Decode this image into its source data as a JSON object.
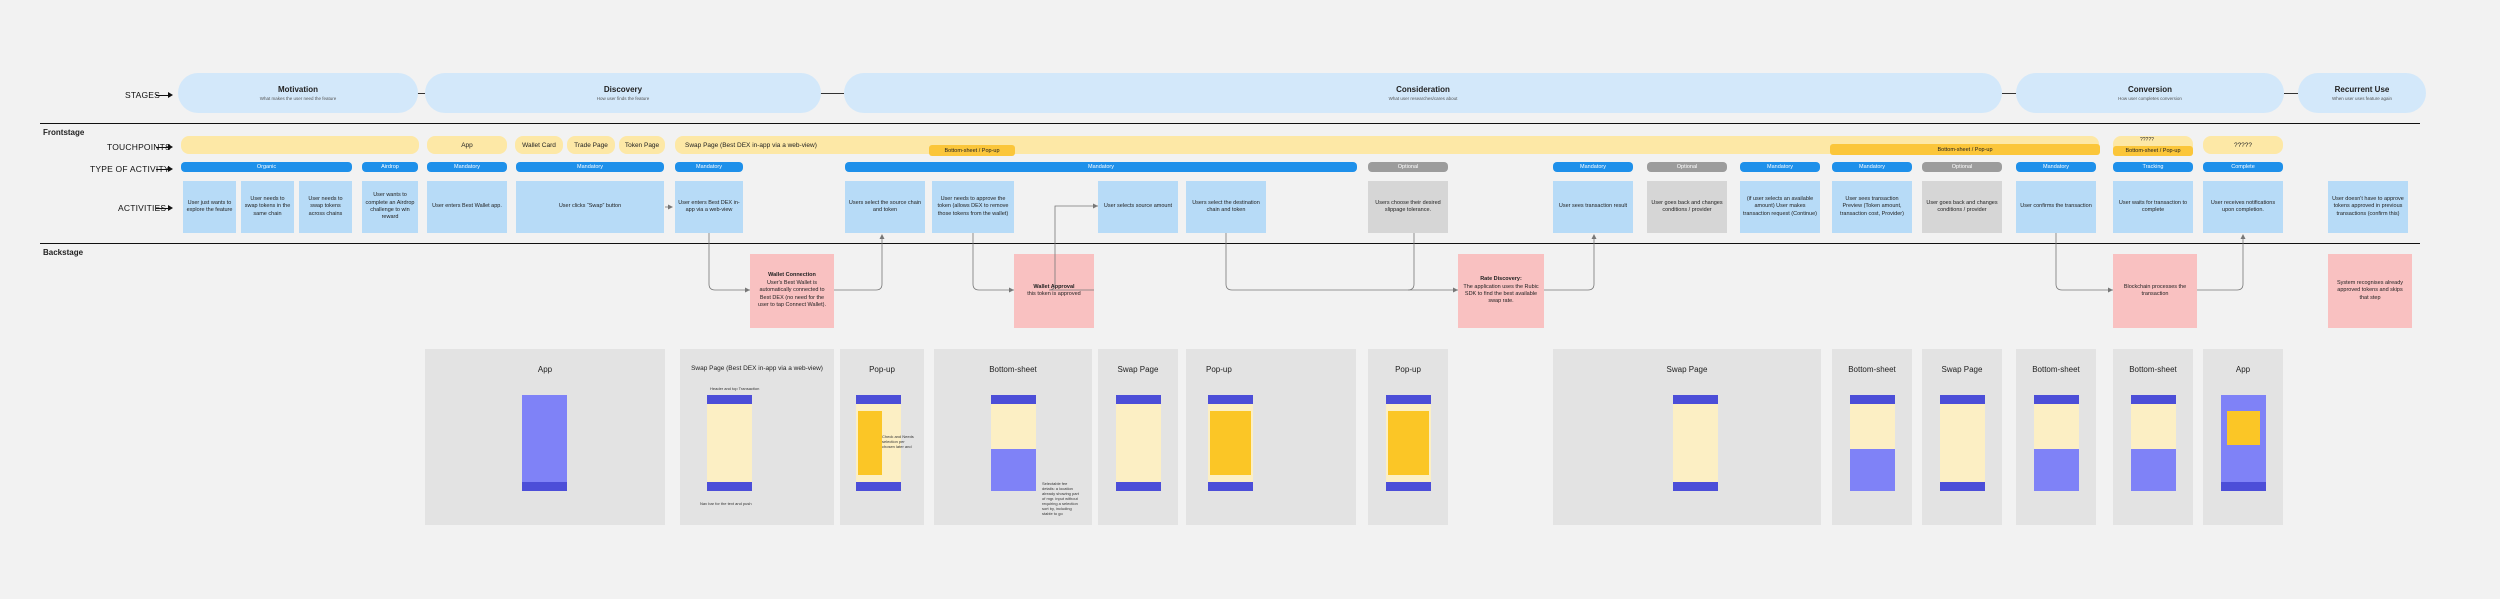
{
  "row_labels": {
    "stages": "STAGES",
    "touchpoints": "TOUCHPOINTS",
    "type": "TYPE OF ACTIVITY",
    "activities": "ACTIVITIES"
  },
  "sections": {
    "front": "Frontstage",
    "back": "Backstage"
  },
  "stages": [
    {
      "title": "Motivation",
      "sub": "What makes the user need the feature"
    },
    {
      "title": "Discovery",
      "sub": "How user finds the feature"
    },
    {
      "title": "Consideration",
      "sub": "What user researches/cares about"
    },
    {
      "title": "Conversion",
      "sub": "How user completes conversion"
    },
    {
      "title": "Recurrent Use",
      "sub": "When user uses feature again"
    }
  ],
  "touchpoints": [
    "App",
    "Wallet Card",
    "Trade Page",
    "Token Page",
    "Swap Page (Best DEX in-app via a web-view)",
    "Bottom-sheet / Pop-up",
    "Bottom-sheet / Pop-up",
    "?????",
    "Bottom-sheet / Pop-up",
    "?????"
  ],
  "types": [
    "Organic",
    "Airdrop",
    "Mandatory",
    "Mandatory",
    "Mandatory",
    "Mandatory",
    "Optional",
    "Mandatory",
    "Optional",
    "Mandatory",
    "Mandatory",
    "Optional",
    "Mandatory",
    "Tracking",
    "Complete"
  ],
  "activities": [
    "User just wants to explore the feature",
    "User needs to swap tokens in the same chain",
    "User needs to swap tokens across chains",
    "User wants to complete an Airdrop challenge to win reward",
    "User enters Best Wallet app.",
    "User clicks “Swap” button",
    "User enters Best DEX in-app via a web-view",
    "Users select the source chain and token",
    "User needs to approve the token (allows DEX to remove those tokens from the wallet)",
    "User selects source amount",
    "Users select the destination chain and token",
    "Users choose their desired slippage tolerance.",
    "User sees transaction result",
    "User goes back and changes conditions / provider",
    "(if user selects an available amount) User makes transaction request (Continue)",
    "User sees transaction Preview (Token amount, transaction cost, Provider)",
    "User goes back and changes conditions / provider",
    "User confirms the transaction",
    "User waits for transaction to complete",
    "User receives notifications upon completion.",
    "User doesn't have to approve tokens approved in previous transactions (confirm this)"
  ],
  "backstage": [
    {
      "title": "Wallet Connection",
      "body": "User's Best Wallet is automatically connected to Best DEX (no need for the user to tap Connect Wallet)."
    },
    {
      "title": "Wallet Approval",
      "body": "this token is approved"
    },
    {
      "title": "Rate Discovery:",
      "body": "The application uses the Rubic SDK to find the best available swap rate."
    },
    {
      "title": "",
      "body": "Blockchain processes the transaction"
    },
    {
      "title": "",
      "body": "System recognises already approved tokens and skips that step"
    }
  ],
  "screens": [
    "App",
    "Swap Page (Best DEX in-app via a web-view)",
    "Pop-up",
    "Bottom-sheet",
    "Swap Page",
    "Pop-up",
    "Pop-up",
    "Swap Page",
    "Bottom-sheet",
    "Swap Page",
    "Bottom-sheet",
    "Bottom-sheet",
    "App"
  ],
  "notes": [
    "Header and top Transaction",
    "Nav bar for the text and push",
    "Check and Needs selection per chosen later and",
    "Selectable fee details: a location already showing part of mgr. input without requiring a selection sort by, including stable to go"
  ]
}
